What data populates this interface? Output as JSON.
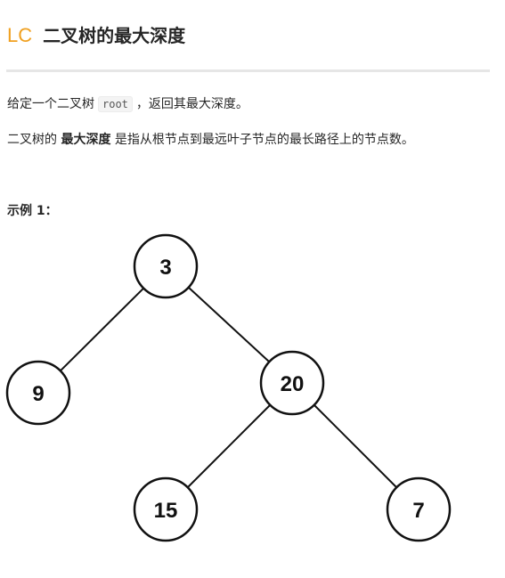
{
  "header": {
    "logo": "LC",
    "title": "二叉树的最大深度"
  },
  "description": {
    "line1_prefix": "给定一个二叉树",
    "line1_code": "root",
    "line1_suffix": "，返回其最大深度。",
    "line2_prefix": "二叉树的",
    "line2_bold": "最大深度",
    "line2_suffix": "是指从根节点到最远叶子节点的最长路径上的节点数。"
  },
  "example": {
    "label": "示例 1："
  },
  "tree": {
    "nodes": [
      {
        "id": "n3",
        "label": "3"
      },
      {
        "id": "n9",
        "label": "9"
      },
      {
        "id": "n20",
        "label": "20"
      },
      {
        "id": "n15",
        "label": "15"
      },
      {
        "id": "n7",
        "label": "7"
      }
    ],
    "edges": [
      [
        "n3",
        "n9"
      ],
      [
        "n3",
        "n20"
      ],
      [
        "n20",
        "n15"
      ],
      [
        "n20",
        "n7"
      ]
    ]
  }
}
